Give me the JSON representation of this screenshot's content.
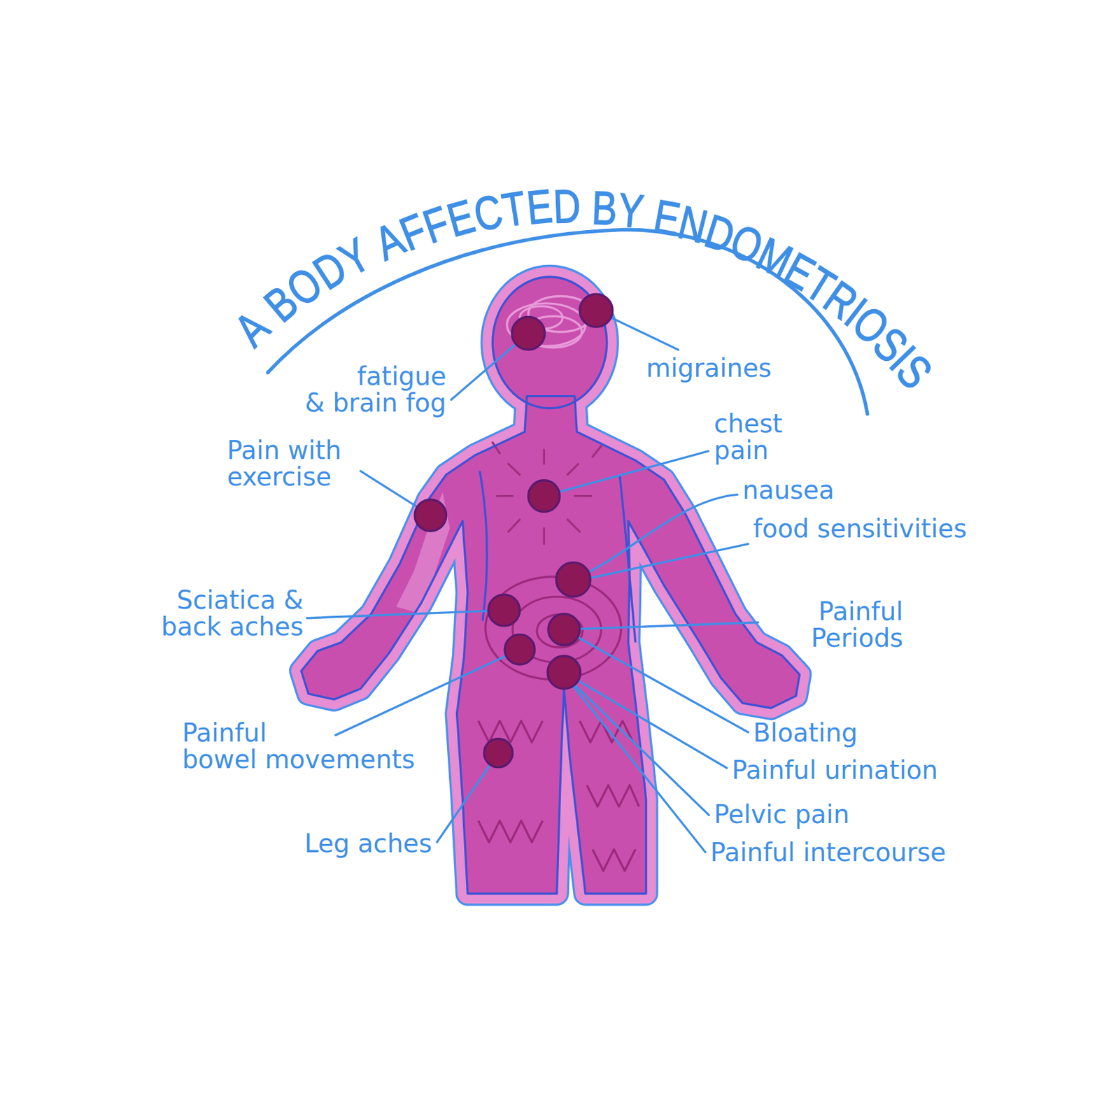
{
  "diagram": {
    "title": "A BODY AFFECTED BY ENDOMETRIOSIS",
    "labels": [
      "fatigue & brain fog",
      "migraines",
      "Pain with exercise",
      "chest pain",
      "nausea",
      "food sensitivities",
      "Sciatica & back aches",
      "Painful Periods",
      "Painful bowel movements",
      "Bloating",
      "Painful urination",
      "Pelvic pain",
      "Leg aches",
      "Painful intercourse"
    ]
  }
}
